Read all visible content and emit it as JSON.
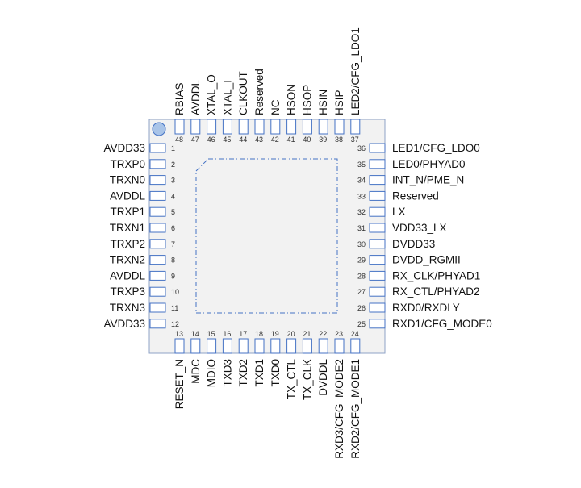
{
  "title": "QFN48 pinout",
  "colors": {
    "body_fill": "#f2f2f2",
    "body_stroke": "#8fa3c7",
    "pad_stroke": "#4472c4",
    "pin1_dot": "#a9c4e8",
    "epad_stroke": "#4472c4"
  },
  "left_pins": [
    {
      "num": "1",
      "name": "AVDD33"
    },
    {
      "num": "2",
      "name": "TRXP0"
    },
    {
      "num": "3",
      "name": "TRXN0"
    },
    {
      "num": "4",
      "name": "AVDDL"
    },
    {
      "num": "5",
      "name": "TRXP1"
    },
    {
      "num": "6",
      "name": "TRXN1"
    },
    {
      "num": "7",
      "name": "TRXP2"
    },
    {
      "num": "8",
      "name": "TRXN2"
    },
    {
      "num": "9",
      "name": "AVDDL"
    },
    {
      "num": "10",
      "name": "TRXP3"
    },
    {
      "num": "11",
      "name": "TRXN3"
    },
    {
      "num": "12",
      "name": "AVDD33"
    }
  ],
  "bottom_pins": [
    {
      "num": "13",
      "name": "RESET_N"
    },
    {
      "num": "14",
      "name": "MDC"
    },
    {
      "num": "15",
      "name": "MDIO"
    },
    {
      "num": "16",
      "name": "TXD3"
    },
    {
      "num": "17",
      "name": "TXD2"
    },
    {
      "num": "18",
      "name": "TXD1"
    },
    {
      "num": "19",
      "name": "TXD0"
    },
    {
      "num": "20",
      "name": "TX_CTL"
    },
    {
      "num": "21",
      "name": "TX_CLK"
    },
    {
      "num": "22",
      "name": "DVDDL"
    },
    {
      "num": "23",
      "name": "RXD3/CFG_MODE2"
    },
    {
      "num": "24",
      "name": "RXD2/CFG_MODE1"
    }
  ],
  "right_pins": [
    {
      "num": "36",
      "name": "LED1/CFG_LDO0"
    },
    {
      "num": "35",
      "name": "LED0/PHYAD0"
    },
    {
      "num": "34",
      "name": "INT_N/PME_N"
    },
    {
      "num": "33",
      "name": "Reserved"
    },
    {
      "num": "32",
      "name": "LX"
    },
    {
      "num": "31",
      "name": "VDD33_LX"
    },
    {
      "num": "30",
      "name": "DVDD33"
    },
    {
      "num": "29",
      "name": "DVDD_RGMII"
    },
    {
      "num": "28",
      "name": "RX_CLK/PHYAD1"
    },
    {
      "num": "27",
      "name": "RX_CTL/PHYAD2"
    },
    {
      "num": "26",
      "name": "RXD0/RXDLY"
    },
    {
      "num": "25",
      "name": "RXD1/CFG_MODE0"
    }
  ],
  "top_pins": [
    {
      "num": "48",
      "name": "RBIAS"
    },
    {
      "num": "47",
      "name": "AVDDL"
    },
    {
      "num": "46",
      "name": "XTAL_O"
    },
    {
      "num": "45",
      "name": "XTAL_I"
    },
    {
      "num": "44",
      "name": "CLKOUT"
    },
    {
      "num": "43",
      "name": "Reserved"
    },
    {
      "num": "42",
      "name": "NC"
    },
    {
      "num": "41",
      "name": "HSON"
    },
    {
      "num": "40",
      "name": "HSOP"
    },
    {
      "num": "39",
      "name": "HSIN"
    },
    {
      "num": "38",
      "name": "HSIP"
    },
    {
      "num": "37",
      "name": "LED2/CFG_LDO1"
    }
  ]
}
